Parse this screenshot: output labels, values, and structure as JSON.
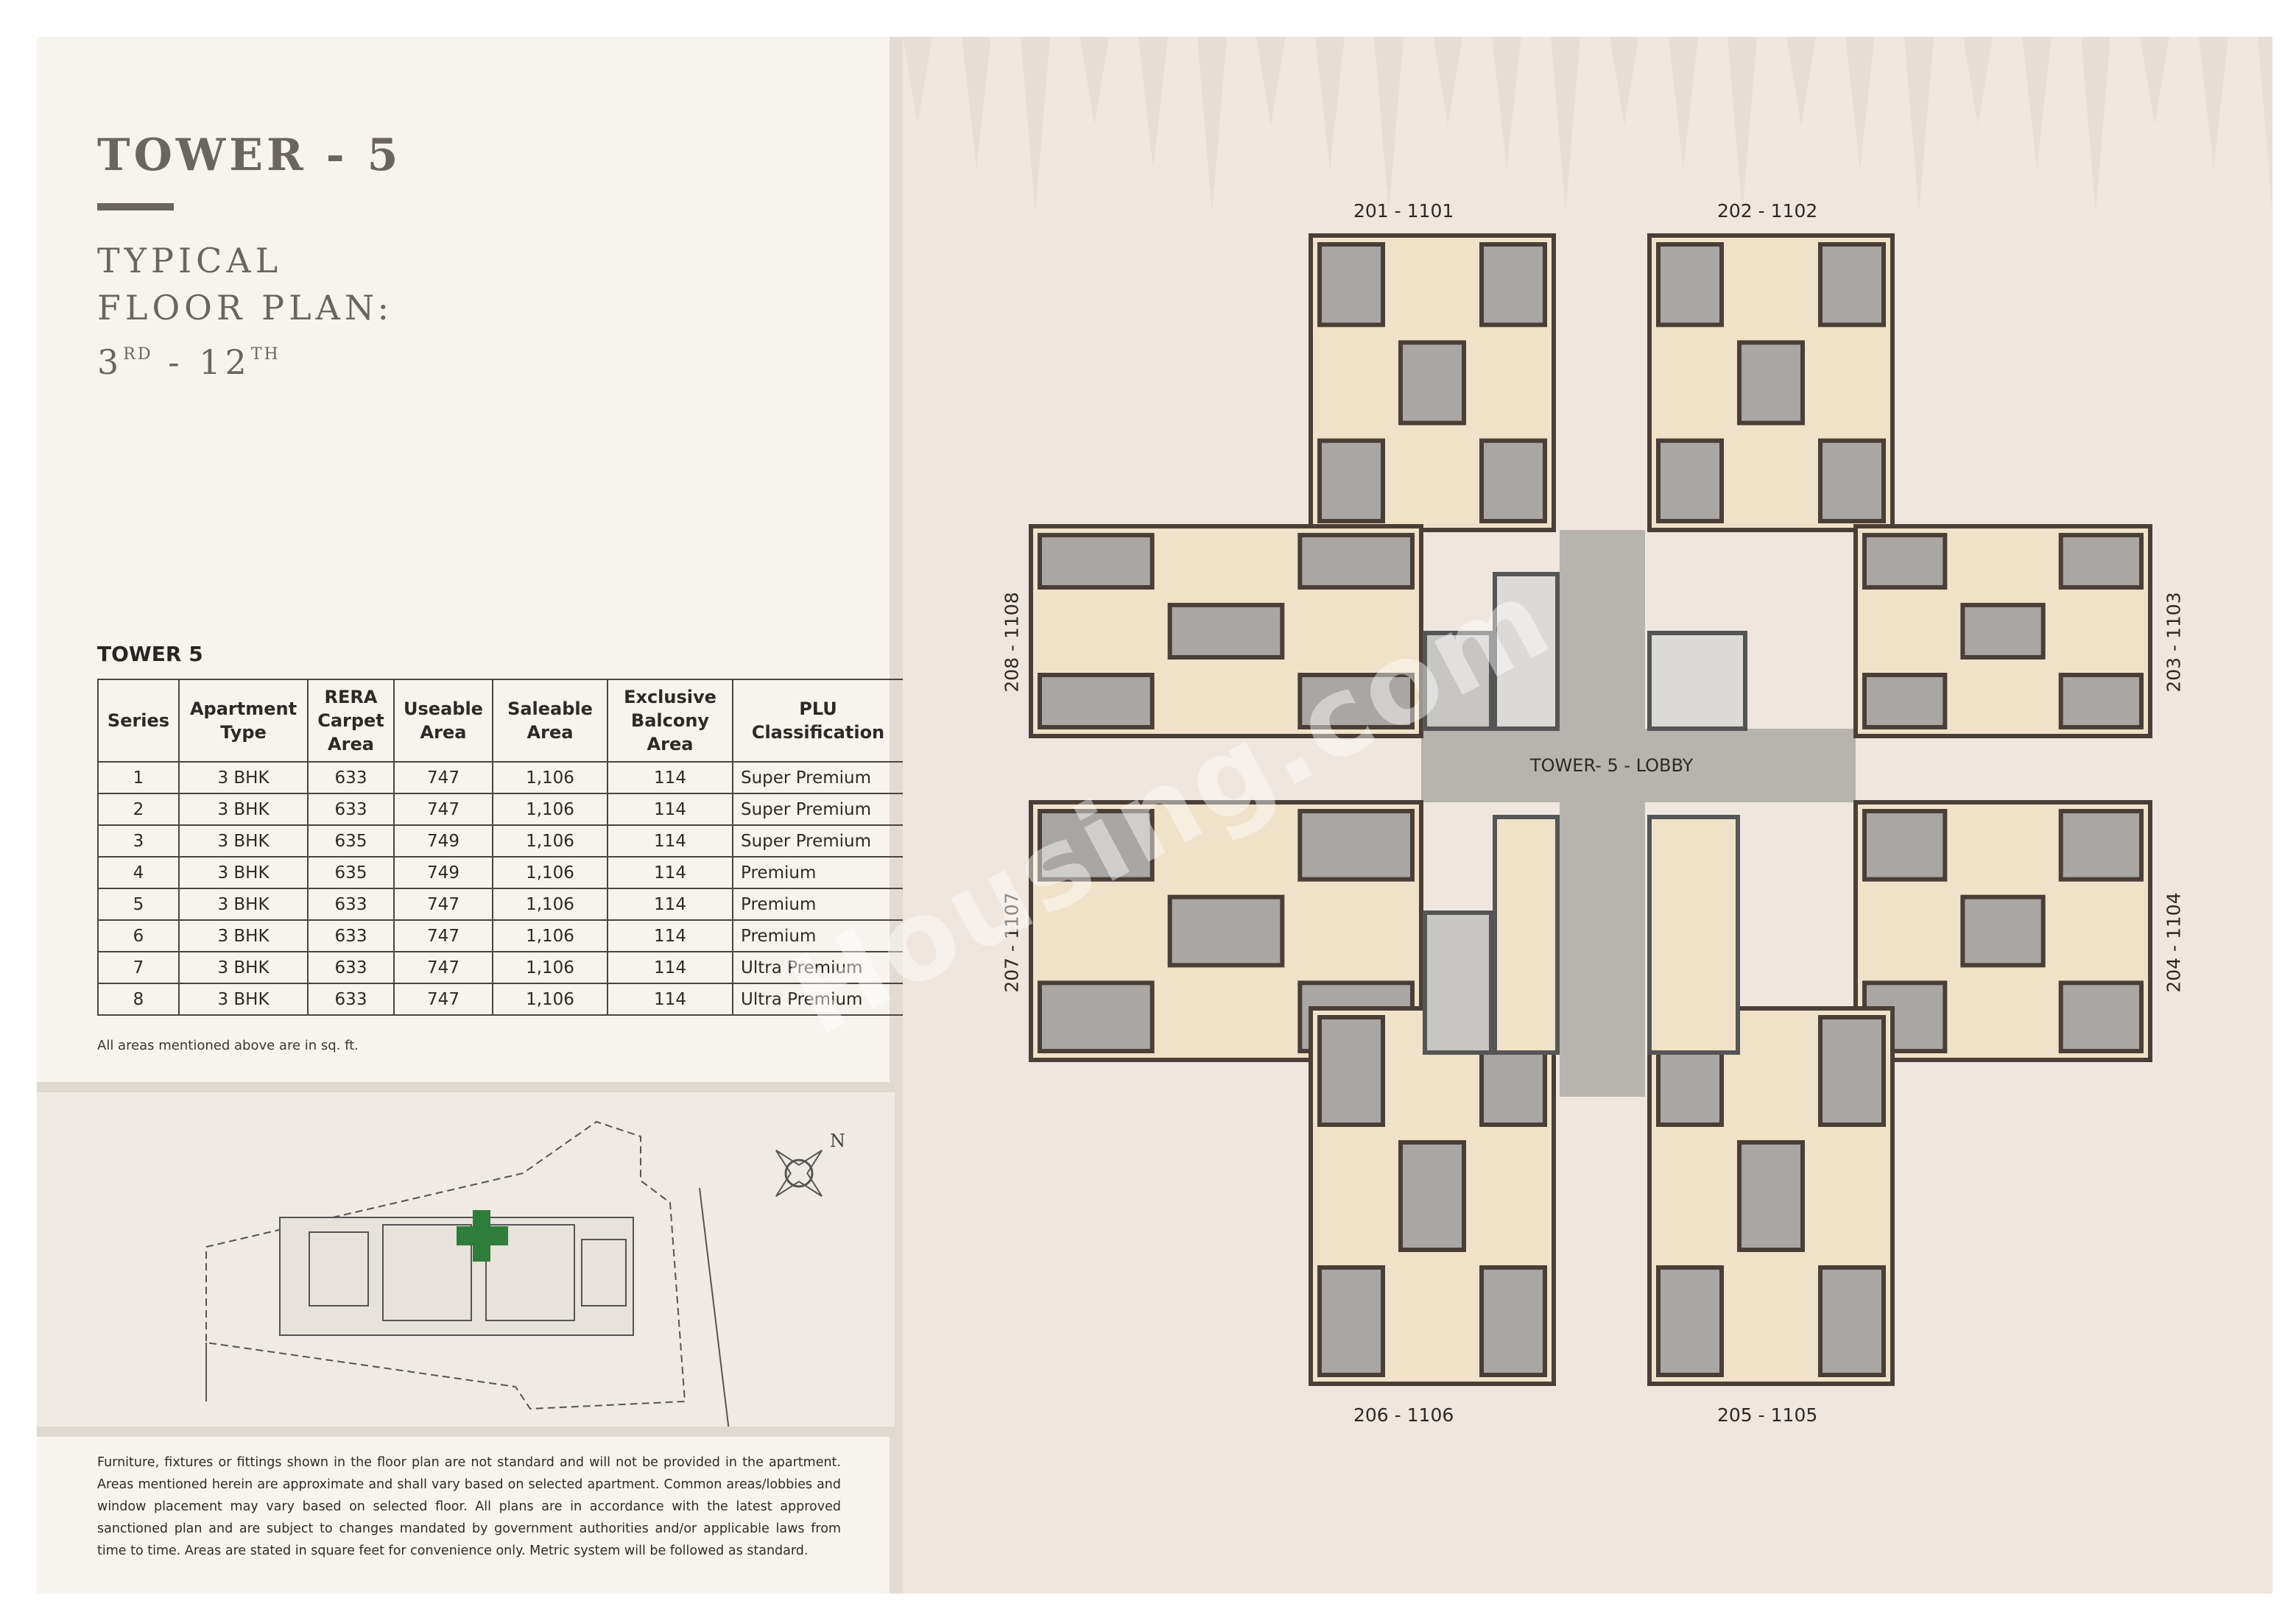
{
  "header": {
    "title": "TOWER - 5",
    "subtitle_line1": "TYPICAL",
    "subtitle_line2": "FLOOR PLAN:",
    "floor_from": "3",
    "floor_from_suffix": "RD",
    "floor_sep": "-",
    "floor_to": "12",
    "floor_to_suffix": "TH"
  },
  "table": {
    "title": "TOWER 5",
    "columns": [
      "Series",
      "Apartment Type",
      "RERA Carpet Area",
      "Useable Area",
      "Saleable Area",
      "Exclusive Balcony Area",
      "PLU Classification"
    ],
    "rows": [
      [
        "1",
        "3 BHK",
        "633",
        "747",
        "1,106",
        "114",
        "Super Premium"
      ],
      [
        "2",
        "3 BHK",
        "633",
        "747",
        "1,106",
        "114",
        "Super Premium"
      ],
      [
        "3",
        "3 BHK",
        "635",
        "749",
        "1,106",
        "114",
        "Super Premium"
      ],
      [
        "4",
        "3 BHK",
        "635",
        "749",
        "1,106",
        "114",
        "Premium"
      ],
      [
        "5",
        "3 BHK",
        "633",
        "747",
        "1,106",
        "114",
        "Premium"
      ],
      [
        "6",
        "3 BHK",
        "633",
        "747",
        "1,106",
        "114",
        "Premium"
      ],
      [
        "7",
        "3 BHK",
        "633",
        "747",
        "1,106",
        "114",
        "Ultra Premium"
      ],
      [
        "8",
        "3 BHK",
        "633",
        "747",
        "1,106",
        "114",
        "Ultra Premium"
      ]
    ],
    "note": "All areas mentioned above are in sq. ft."
  },
  "site_plan": {
    "compass_label": "N",
    "highlight_color": "#2e7d3a"
  },
  "disclaimer": "Furniture, fixtures or fittings shown in the floor plan are not standard and will not be provided in the apartment. Areas mentioned herein are approximate and shall vary based on selected apartment. Common areas/lobbies and window placement may vary based on selected floor. All plans are in accordance with the latest approved sanctioned plan and are subject to changes mandated by government authorities and/or applicable laws from time to time. Areas are stated in square feet for convenience only. Metric system will be followed as standard.",
  "floor_plan": {
    "lobby_label": "TOWER- 5  -  LOBBY",
    "units": {
      "top_left": "201 - 1101",
      "top_right": "202 - 1102",
      "right_top": "203 - 1103",
      "right_bottom": "204 - 1104",
      "bottom_right": "205 - 1105",
      "bottom_left": "206 - 1106",
      "left_bottom": "207 - 1107",
      "left_top": "208 - 1108"
    },
    "colors": {
      "floor": "#efe2c9",
      "wall": "#4a3f38",
      "room_grey": "#a9a6a3",
      "lobby": "#b7b3ae"
    }
  },
  "watermark": "Housing.com"
}
